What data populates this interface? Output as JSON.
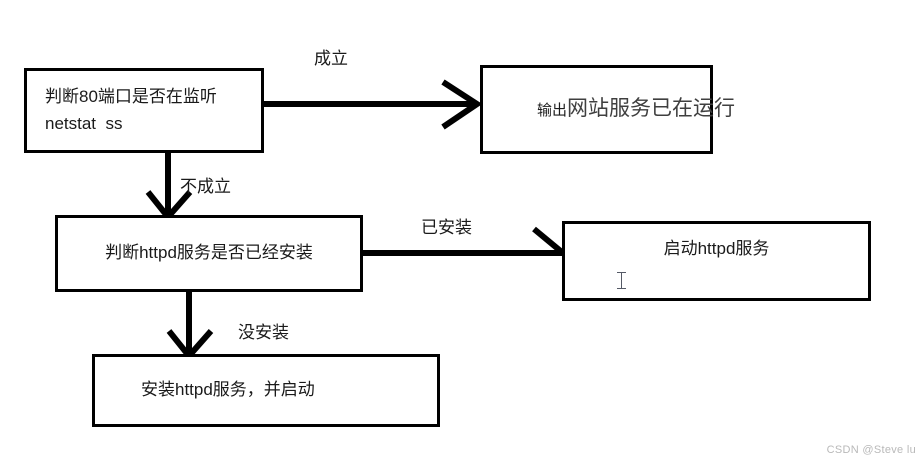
{
  "diagram": {
    "title": "httpd service check flowchart",
    "ink_color": "#000000",
    "background": "#ffffff",
    "nodes": [
      {
        "id": "check-port",
        "lines": [
          "判断80端口是否在监听",
          "netstat  ss"
        ]
      },
      {
        "id": "output-running",
        "prefix": "输出",
        "message": "网站服务已在运行"
      },
      {
        "id": "check-httpd",
        "lines": [
          "判断httpd服务是否已经安装"
        ]
      },
      {
        "id": "start-httpd",
        "lines": [
          "启动httpd服务"
        ]
      },
      {
        "id": "install-httpd",
        "lines": [
          "安装httpd服务，并启动"
        ]
      }
    ],
    "edges": [
      {
        "id": "port-to-output",
        "label": "成立",
        "from": "check-port",
        "to": "output-running"
      },
      {
        "id": "port-to-httpd",
        "label": "不成立",
        "from": "check-port",
        "to": "check-httpd"
      },
      {
        "id": "httpd-to-start",
        "label": "已安装",
        "from": "check-httpd",
        "to": "start-httpd"
      },
      {
        "id": "httpd-to-install",
        "label": "没安装",
        "from": "check-httpd",
        "to": "install-httpd"
      }
    ]
  },
  "watermark": {
    "text": "CSDN @Steve lu",
    "color": "#b9b9b9"
  }
}
